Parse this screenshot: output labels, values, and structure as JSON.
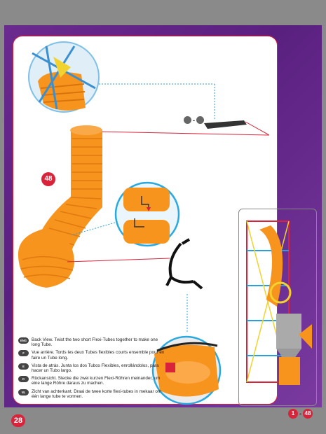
{
  "page_number": "28",
  "step_badge": "48",
  "top_range": {
    "from": "",
    "to": ""
  },
  "bottom_range": {
    "from": "1",
    "sep": "-",
    "to": "48"
  },
  "instructions": [
    {
      "lang": "ENG",
      "text": "Back View. Twist the two short Flexi-Tubes together to make one long Tube."
    },
    {
      "lang": "F",
      "text": "Vue arrière. Tords les deux Tubes flexibles courts ensemble pour en faire un Tube long."
    },
    {
      "lang": "E",
      "text": "Vista de atrás. Junta los dos Tubos Flexibles, enrollándolos, para hacer un Tubo largo."
    },
    {
      "lang": "D",
      "text": "Rückansicht. Stecke die zwei kurzen Flexi-Röhren meinander, um eine lange Röhre daraus zu machen."
    },
    {
      "lang": "NL",
      "text": "Zicht van achterkant. Draai de twee korte flexi-tubes in mekaar om één lange tube te vormen."
    }
  ],
  "colors": {
    "accent": "#d8233a",
    "tube": "#f7941d",
    "purple": "#5a2080"
  }
}
